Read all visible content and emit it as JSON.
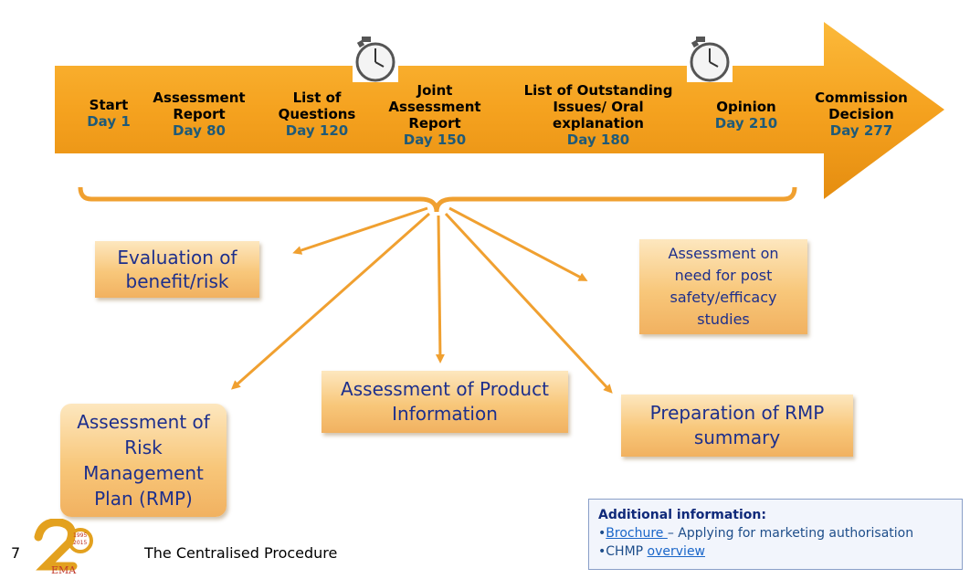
{
  "timeline": {
    "steps": [
      {
        "label": "Start",
        "day": "Day 1"
      },
      {
        "label": "Assessment Report",
        "day": "Day 80"
      },
      {
        "label": "List of Questions",
        "day": "Day 120"
      },
      {
        "label": "Joint Assessment Report",
        "day": "Day 150"
      },
      {
        "label": "List of Outstanding Issues/ Oral explanation",
        "day": "Day 180"
      },
      {
        "label": "Opinion",
        "day": "Day 210"
      },
      {
        "label": "Commission Decision",
        "day": "Day 277"
      }
    ]
  },
  "boxes": {
    "benefit_risk": "Evaluation of benefit/risk",
    "post_studies": "Assessment on need for post safety/efficacy studies",
    "product_info": "Assessment of Product Information",
    "rmp_summary": "Preparation of RMP summary",
    "rmp": "Assessment of Risk Management Plan (RMP)"
  },
  "additional_info": {
    "title": "Additional information:",
    "item1_link": "Brochure ",
    "item1_rest": "– Applying for marketing authorisation",
    "item2_prefix": "CHMP ",
    "item2_link": "overview",
    "bullet": "•"
  },
  "footer": {
    "slide_number": "7",
    "title": "The Centralised Procedure",
    "logo_years_top": "1995",
    "logo_years_bottom": "2015",
    "logo_text": "EMA"
  },
  "colors": {
    "arrow": "#f5a623",
    "arrow_dark": "#e08a0f",
    "box_text": "#1d2f8c",
    "day_text": "#1f5a78",
    "connector": "#f0a030"
  },
  "icons": [
    "stopwatch-icon",
    "stopwatch-icon"
  ]
}
